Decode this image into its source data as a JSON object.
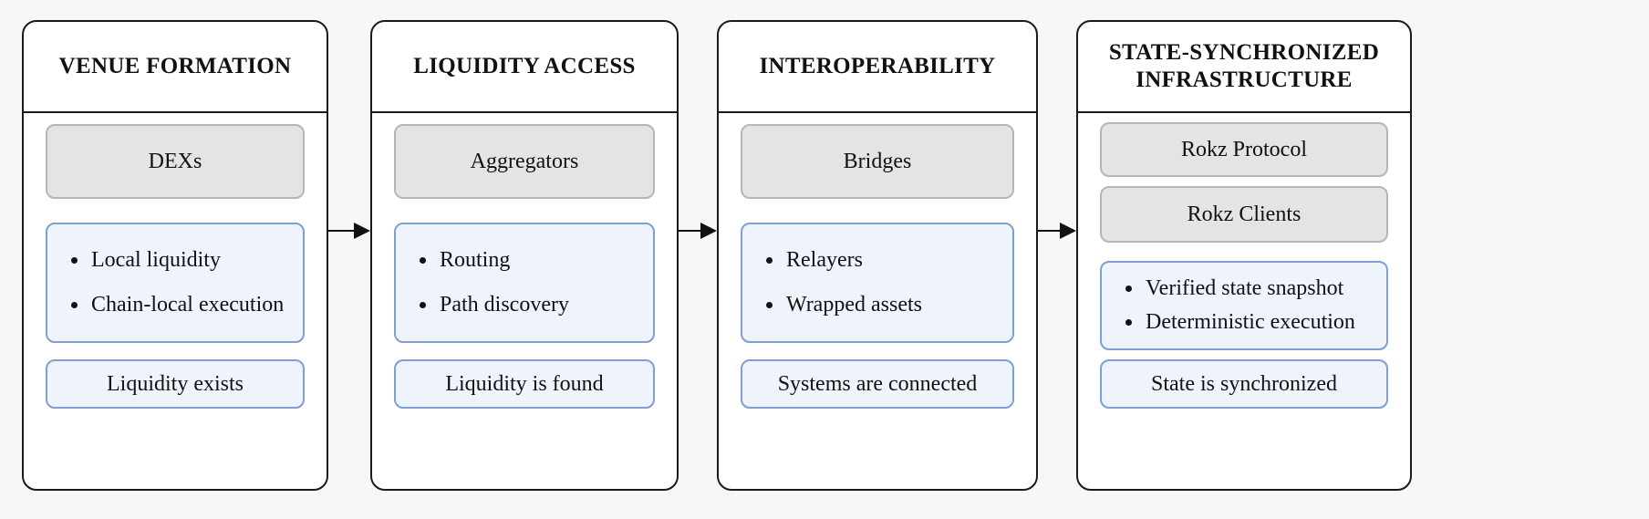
{
  "stages": [
    {
      "title": "VENUE FORMATION",
      "primary": [
        "DEXs"
      ],
      "bullets": [
        "Local liquidity",
        "Chain-local execution"
      ],
      "outcome": "Liquidity exists"
    },
    {
      "title": "LIQUIDITY ACCESS",
      "primary": [
        "Aggregators"
      ],
      "bullets": [
        "Routing",
        "Path discovery"
      ],
      "outcome": "Liquidity is found"
    },
    {
      "title": "INTEROPERABILITY",
      "primary": [
        "Bridges"
      ],
      "bullets": [
        "Relayers",
        "Wrapped assets"
      ],
      "outcome": "Systems are connected"
    },
    {
      "title": "STATE-SYNCHRONIZED\nINFRASTRUCTURE",
      "primary": [
        "Rokz Protocol",
        "Rokz Clients"
      ],
      "bullets": [
        "Verified state snapshot",
        "Deterministic execution"
      ],
      "outcome": "State is synchronized"
    }
  ],
  "colors": {
    "border": "#1a1a1a",
    "gray_fill": "#e4e4e4",
    "gray_border": "#b5b5b5",
    "blue_fill": "#eef3fc",
    "blue_border": "#7e9fd4"
  }
}
